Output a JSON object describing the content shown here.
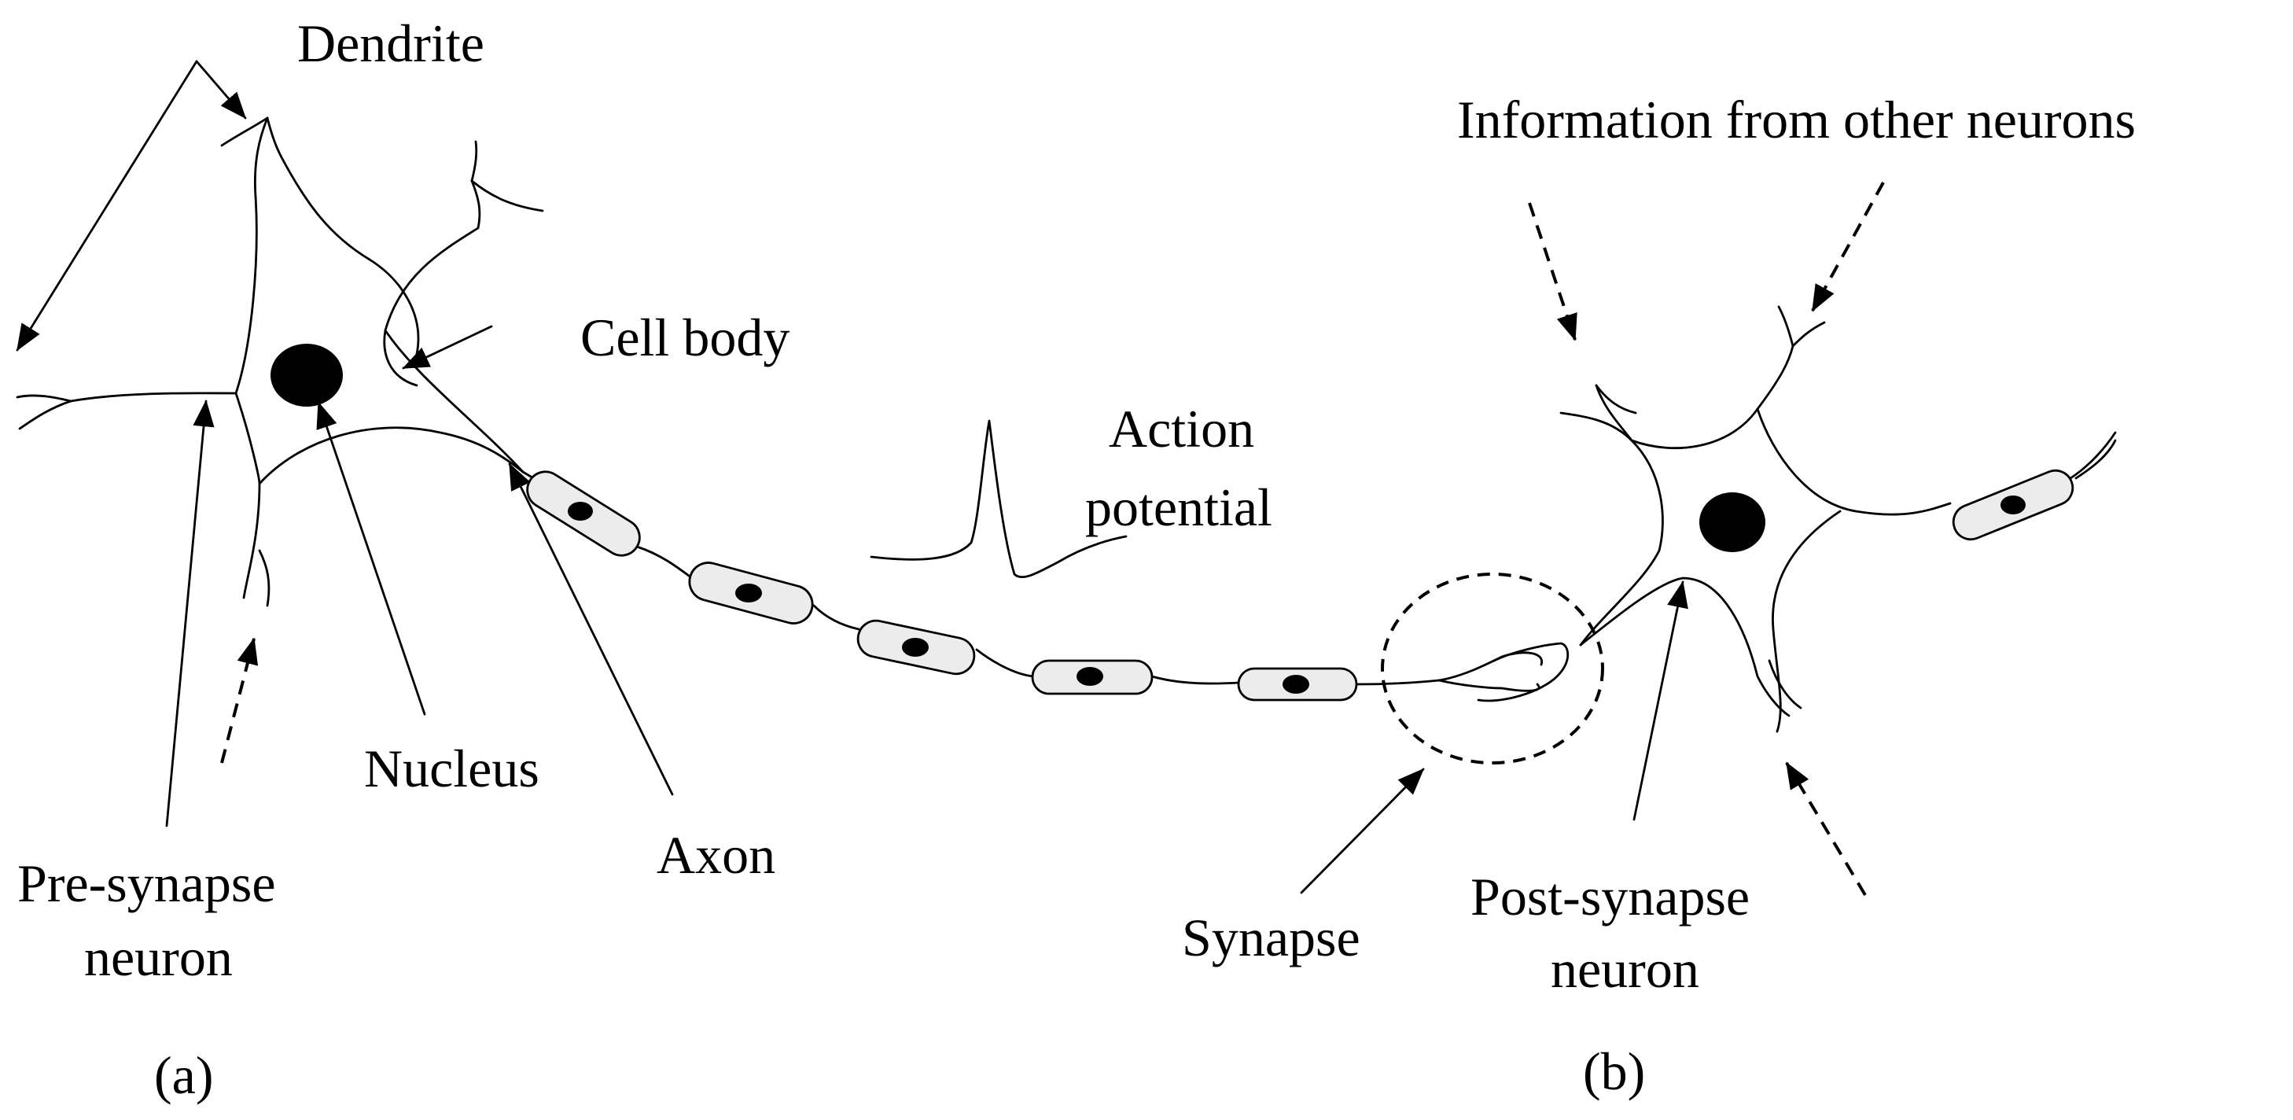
{
  "labels": {
    "dendrite": "Dendrite",
    "cell_body": "Cell body",
    "action_potential_line1": "Action",
    "action_potential_line2": "potential",
    "information_from_other_neurons": "Information from other neurons",
    "nucleus": "Nucleus",
    "axon": "Axon",
    "pre_synapse_line1": "Pre-synapse",
    "pre_synapse_line2": "neuron",
    "synapse": "Synapse",
    "post_synapse_line1": "Post-synapse",
    "post_synapse_line2": "neuron",
    "panel_a": "(a)",
    "panel_b": "(b)"
  },
  "colors": {
    "stroke": "#000000",
    "myelin_fill": "#ececec",
    "background": "#ffffff"
  }
}
